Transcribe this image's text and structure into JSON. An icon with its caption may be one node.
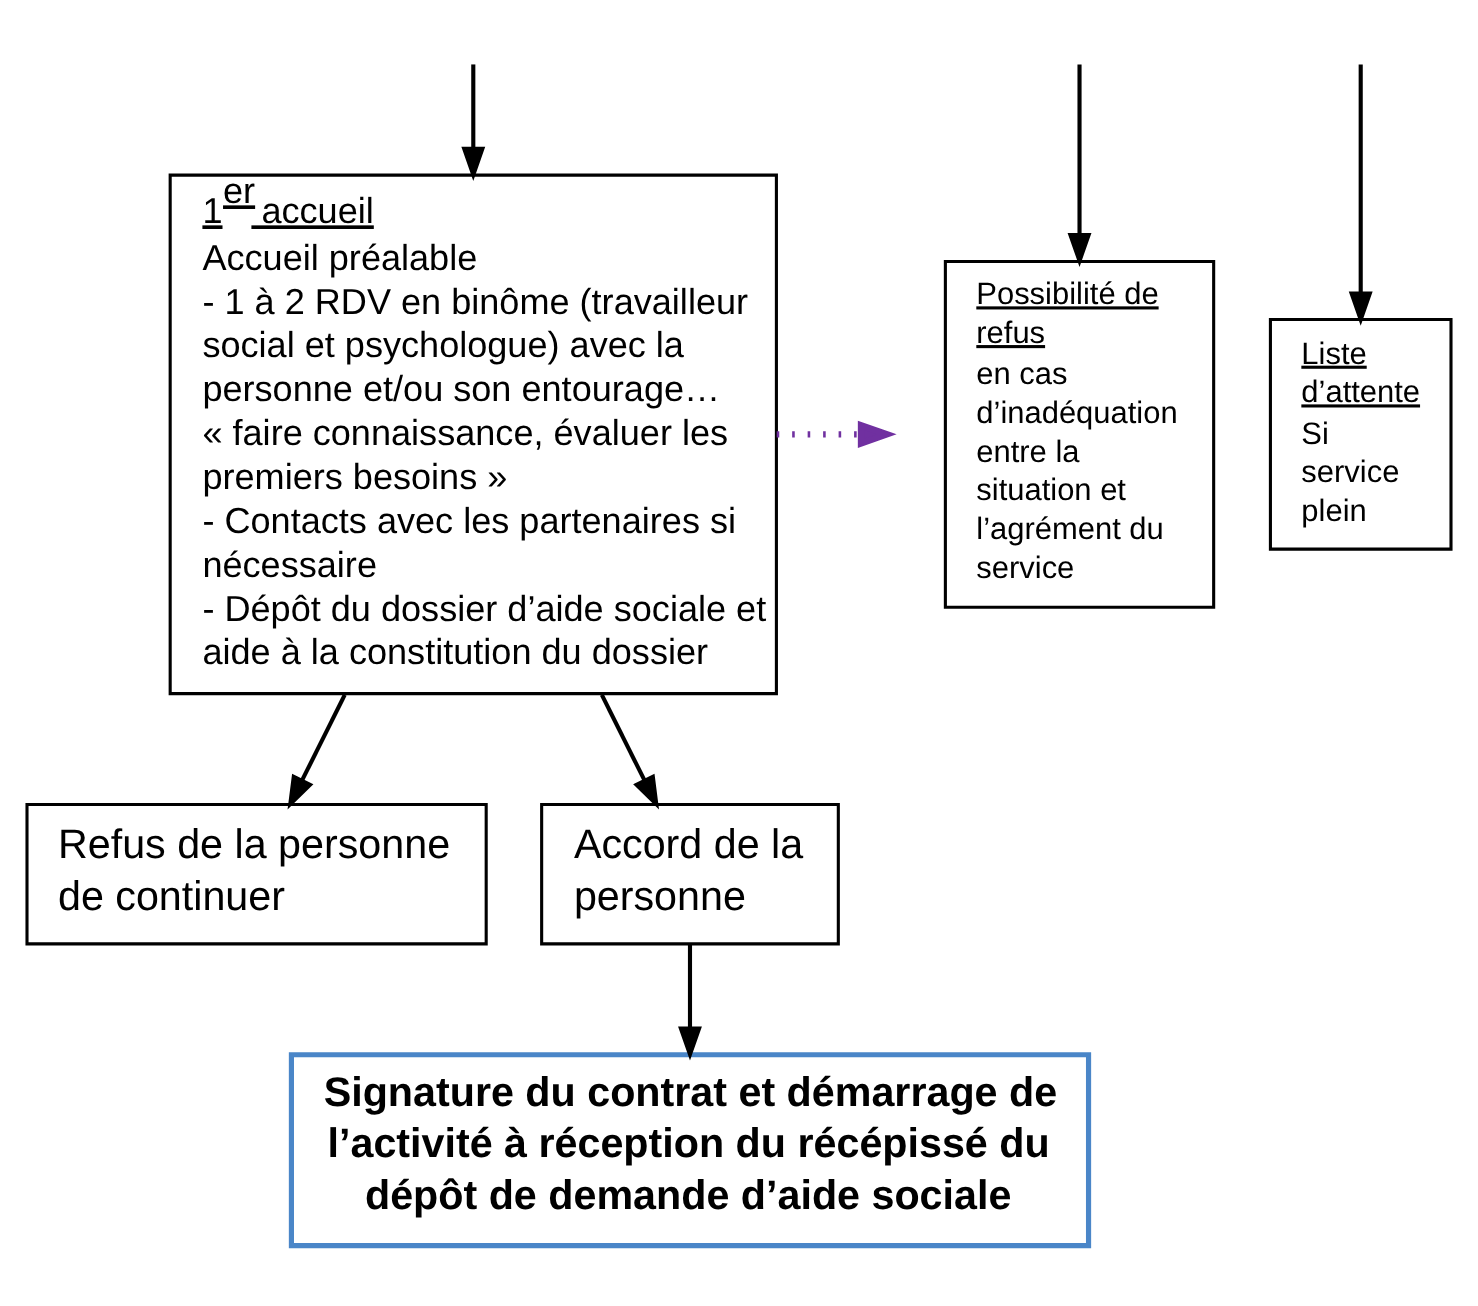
{
  "diagram": {
    "nodes": [
      {
        "text": [
          "1$^{er}$ accueil",
          "Accueil préalable",
          "- 1 à 2 RDV en binôme (travailleur social et psychologue) avec la personne et/ou son entourage…",
          "« faire connaissance, évaluer les premiers besoins »",
          "- Contacts avec les partenaires si nécessaire",
          "- Dépôt du dossier d’aide sociale et aide à la constitution du dossier"
        ]
      },
      {
        "text": [
          "Possibilité de refus",
          "en cas d’inadéquation entre la situation et l’agrément du service"
        ]
      },
      {
        "text": [
          "Liste d’attente",
          "Si service plein"
        ]
      },
      {
        "text": [
          "Refus de la personne de continuer"
        ]
      },
      {
        "text": [
          "Accord de la personne"
        ]
      },
      {
        "text": [
          "Signature du contrat et démarrage de l’activité à réception du récépissé du dépôt de demande d’aide sociale"
        ]
      }
    ],
    "edges": [
      {
        "from": 0,
        "to": null,
        "arrow": "to",
        "style": "dashed",
        "color": "#7030a0"
      },
      {
        "from": null,
        "to": 0,
        "arrow": "to"
      },
      {
        "from": null,
        "to": 1,
        "arrow": "to"
      },
      {
        "from": null,
        "to": 2,
        "arrow": "to"
      },
      {
        "from": 0,
        "to": 3,
        "arrow": "to"
      },
      {
        "from": 0,
        "to": 4,
        "arrow": "to"
      },
      {
        "from": 4,
        "to": 5,
        "arrow": "to"
      }
    ]
  }
}
